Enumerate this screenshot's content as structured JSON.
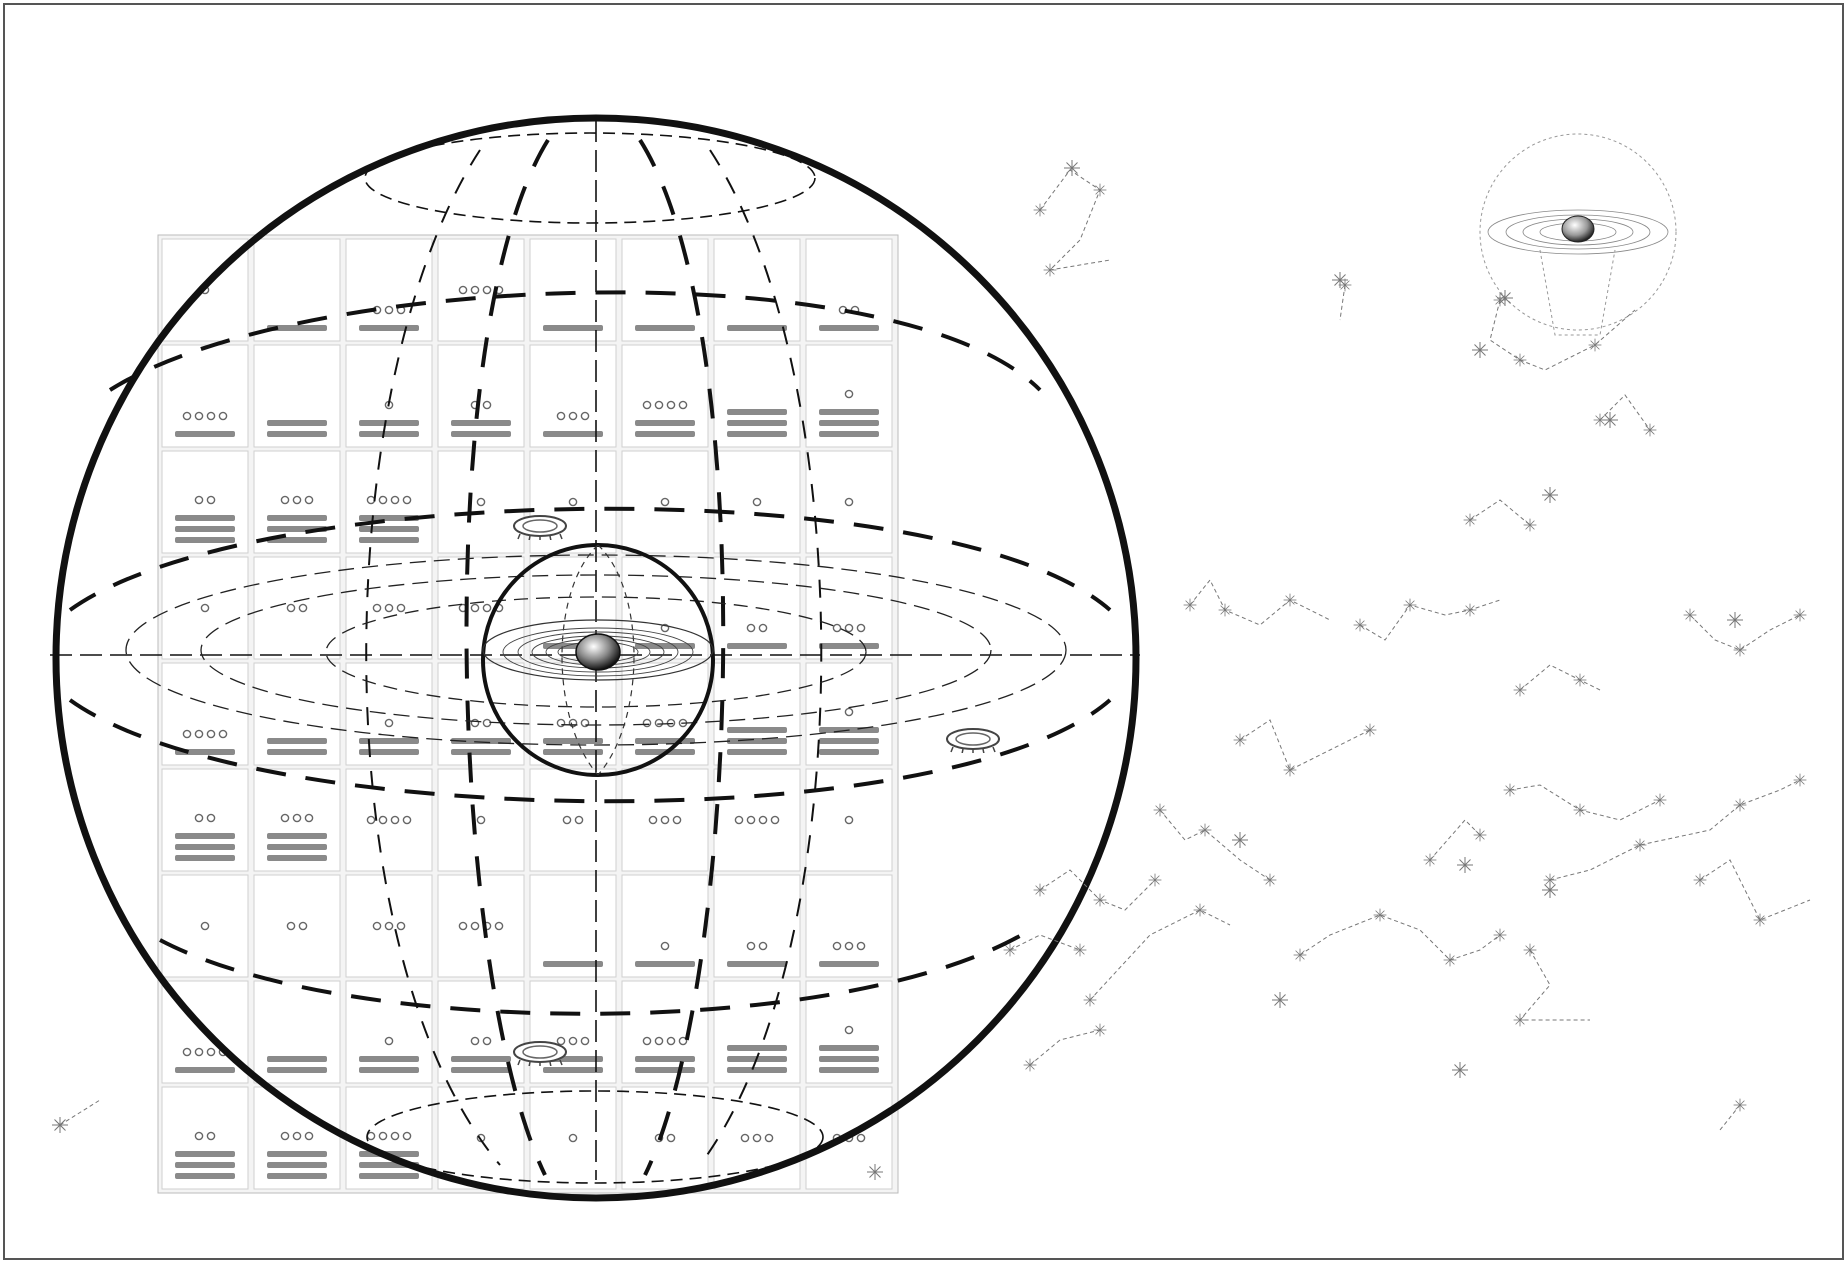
{
  "figure": {
    "description_text": [],
    "colors": {
      "ink": "#111111",
      "grey_ink": "#777777",
      "cell_bar": "#8a8a8a",
      "frame": "#333333",
      "background": "#ffffff"
    },
    "grid": {
      "rows": 9,
      "cols": 8,
      "cells": [
        [
          [
            1,
            0
          ],
          [
            0,
            1
          ],
          [
            3,
            1
          ],
          [
            4,
            0
          ],
          [
            0,
            1
          ],
          [
            0,
            1
          ],
          [
            0,
            1
          ],
          [
            2,
            1
          ]
        ],
        [
          [
            4,
            1
          ],
          [
            0,
            2
          ],
          [
            1,
            2
          ],
          [
            2,
            2
          ],
          [
            3,
            1
          ],
          [
            4,
            2
          ],
          [
            0,
            3
          ],
          [
            1,
            3
          ]
        ],
        [
          [
            2,
            3
          ],
          [
            3,
            3
          ],
          [
            4,
            3
          ],
          [
            1,
            0
          ],
          [
            1,
            0
          ],
          [
            1,
            0
          ],
          [
            1,
            0
          ],
          [
            1,
            0
          ]
        ],
        [
          [
            1,
            0
          ],
          [
            2,
            0
          ],
          [
            3,
            0
          ],
          [
            4,
            0
          ],
          [
            0,
            1
          ],
          [
            1,
            1
          ],
          [
            2,
            1
          ],
          [
            3,
            1
          ]
        ],
        [
          [
            4,
            1
          ],
          [
            0,
            2
          ],
          [
            1,
            2
          ],
          [
            2,
            2
          ],
          [
            3,
            2
          ],
          [
            4,
            2
          ],
          [
            0,
            3
          ],
          [
            1,
            3
          ]
        ],
        [
          [
            2,
            3
          ],
          [
            3,
            3
          ],
          [
            4,
            0
          ],
          [
            1,
            0
          ],
          [
            2,
            0
          ],
          [
            3,
            0
          ],
          [
            4,
            0
          ],
          [
            1,
            0
          ]
        ],
        [
          [
            1,
            0
          ],
          [
            2,
            0
          ],
          [
            3,
            0
          ],
          [
            4,
            0
          ],
          [
            0,
            1
          ],
          [
            1,
            1
          ],
          [
            2,
            1
          ],
          [
            3,
            1
          ]
        ],
        [
          [
            4,
            1
          ],
          [
            0,
            2
          ],
          [
            1,
            2
          ],
          [
            2,
            2
          ],
          [
            3,
            2
          ],
          [
            4,
            2
          ],
          [
            0,
            3
          ],
          [
            1,
            3
          ]
        ],
        [
          [
            2,
            3
          ],
          [
            3,
            3
          ],
          [
            4,
            3
          ],
          [
            1,
            0
          ],
          [
            1,
            0
          ],
          [
            2,
            0
          ],
          [
            3,
            0
          ],
          [
            3,
            0
          ]
        ]
      ]
    },
    "icons": [
      "earth-globe-icon",
      "eye-icon",
      "star-icon",
      "constellation-icon",
      "small-celestial-sphere-icon"
    ]
  }
}
